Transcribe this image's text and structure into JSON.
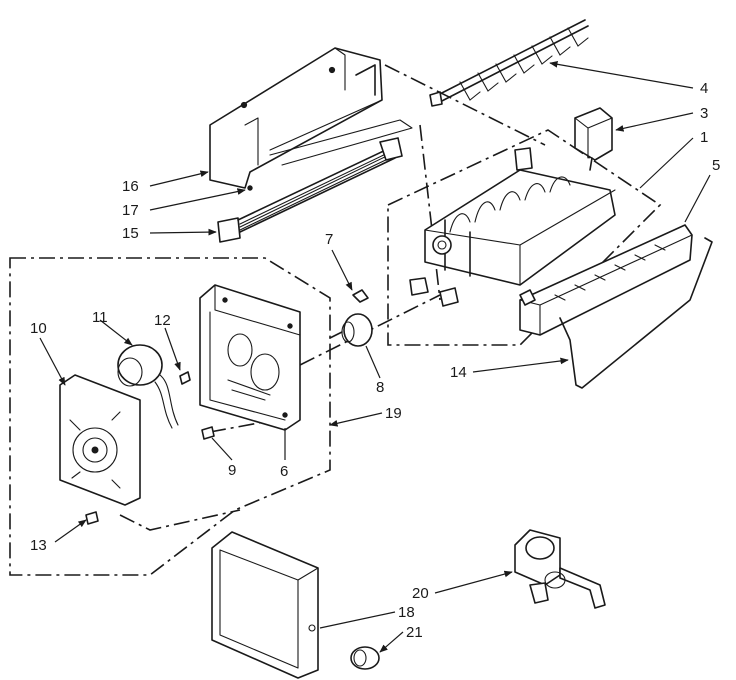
{
  "parts": {
    "p1": "1",
    "p3": "3",
    "p4": "4",
    "p5": "5",
    "p6": "6",
    "p7": "7",
    "p8": "8",
    "p9": "9",
    "p10": "10",
    "p11": "11",
    "p12": "12",
    "p13": "13",
    "p14": "14",
    "p15": "15",
    "p16": "16",
    "p17": "17",
    "p18": "18",
    "p19": "19",
    "p20": "20",
    "p21": "21"
  },
  "colors": {
    "ink": "#1a1a1a",
    "background": "#ffffff"
  }
}
